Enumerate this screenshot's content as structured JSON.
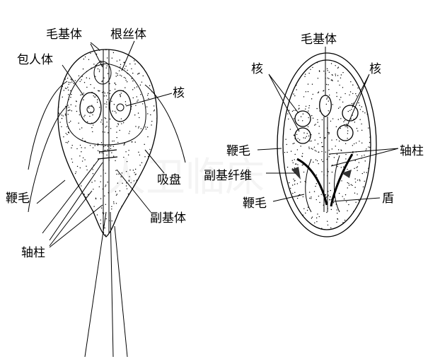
{
  "trophozoite": {
    "labels": {
      "basal_body": "毛基体",
      "rhizoplast": "根丝体",
      "inclusion": "包人体",
      "nucleus": "核",
      "sucking_disc": "吸盘",
      "flagellum": "鞭毛",
      "parabasal_body": "副基体",
      "axostyle": "轴柱"
    }
  },
  "cyst": {
    "labels": {
      "basal_body": "毛基体",
      "nucleus_left": "核",
      "nucleus_right": "核",
      "flagellum_upper": "鞭毛",
      "axostyle": "轴柱",
      "parabasal_fiber": "副基纤维",
      "flagellum_lower": "鞭毛",
      "shield": "盾"
    }
  },
  "watermark": "人卫临床"
}
